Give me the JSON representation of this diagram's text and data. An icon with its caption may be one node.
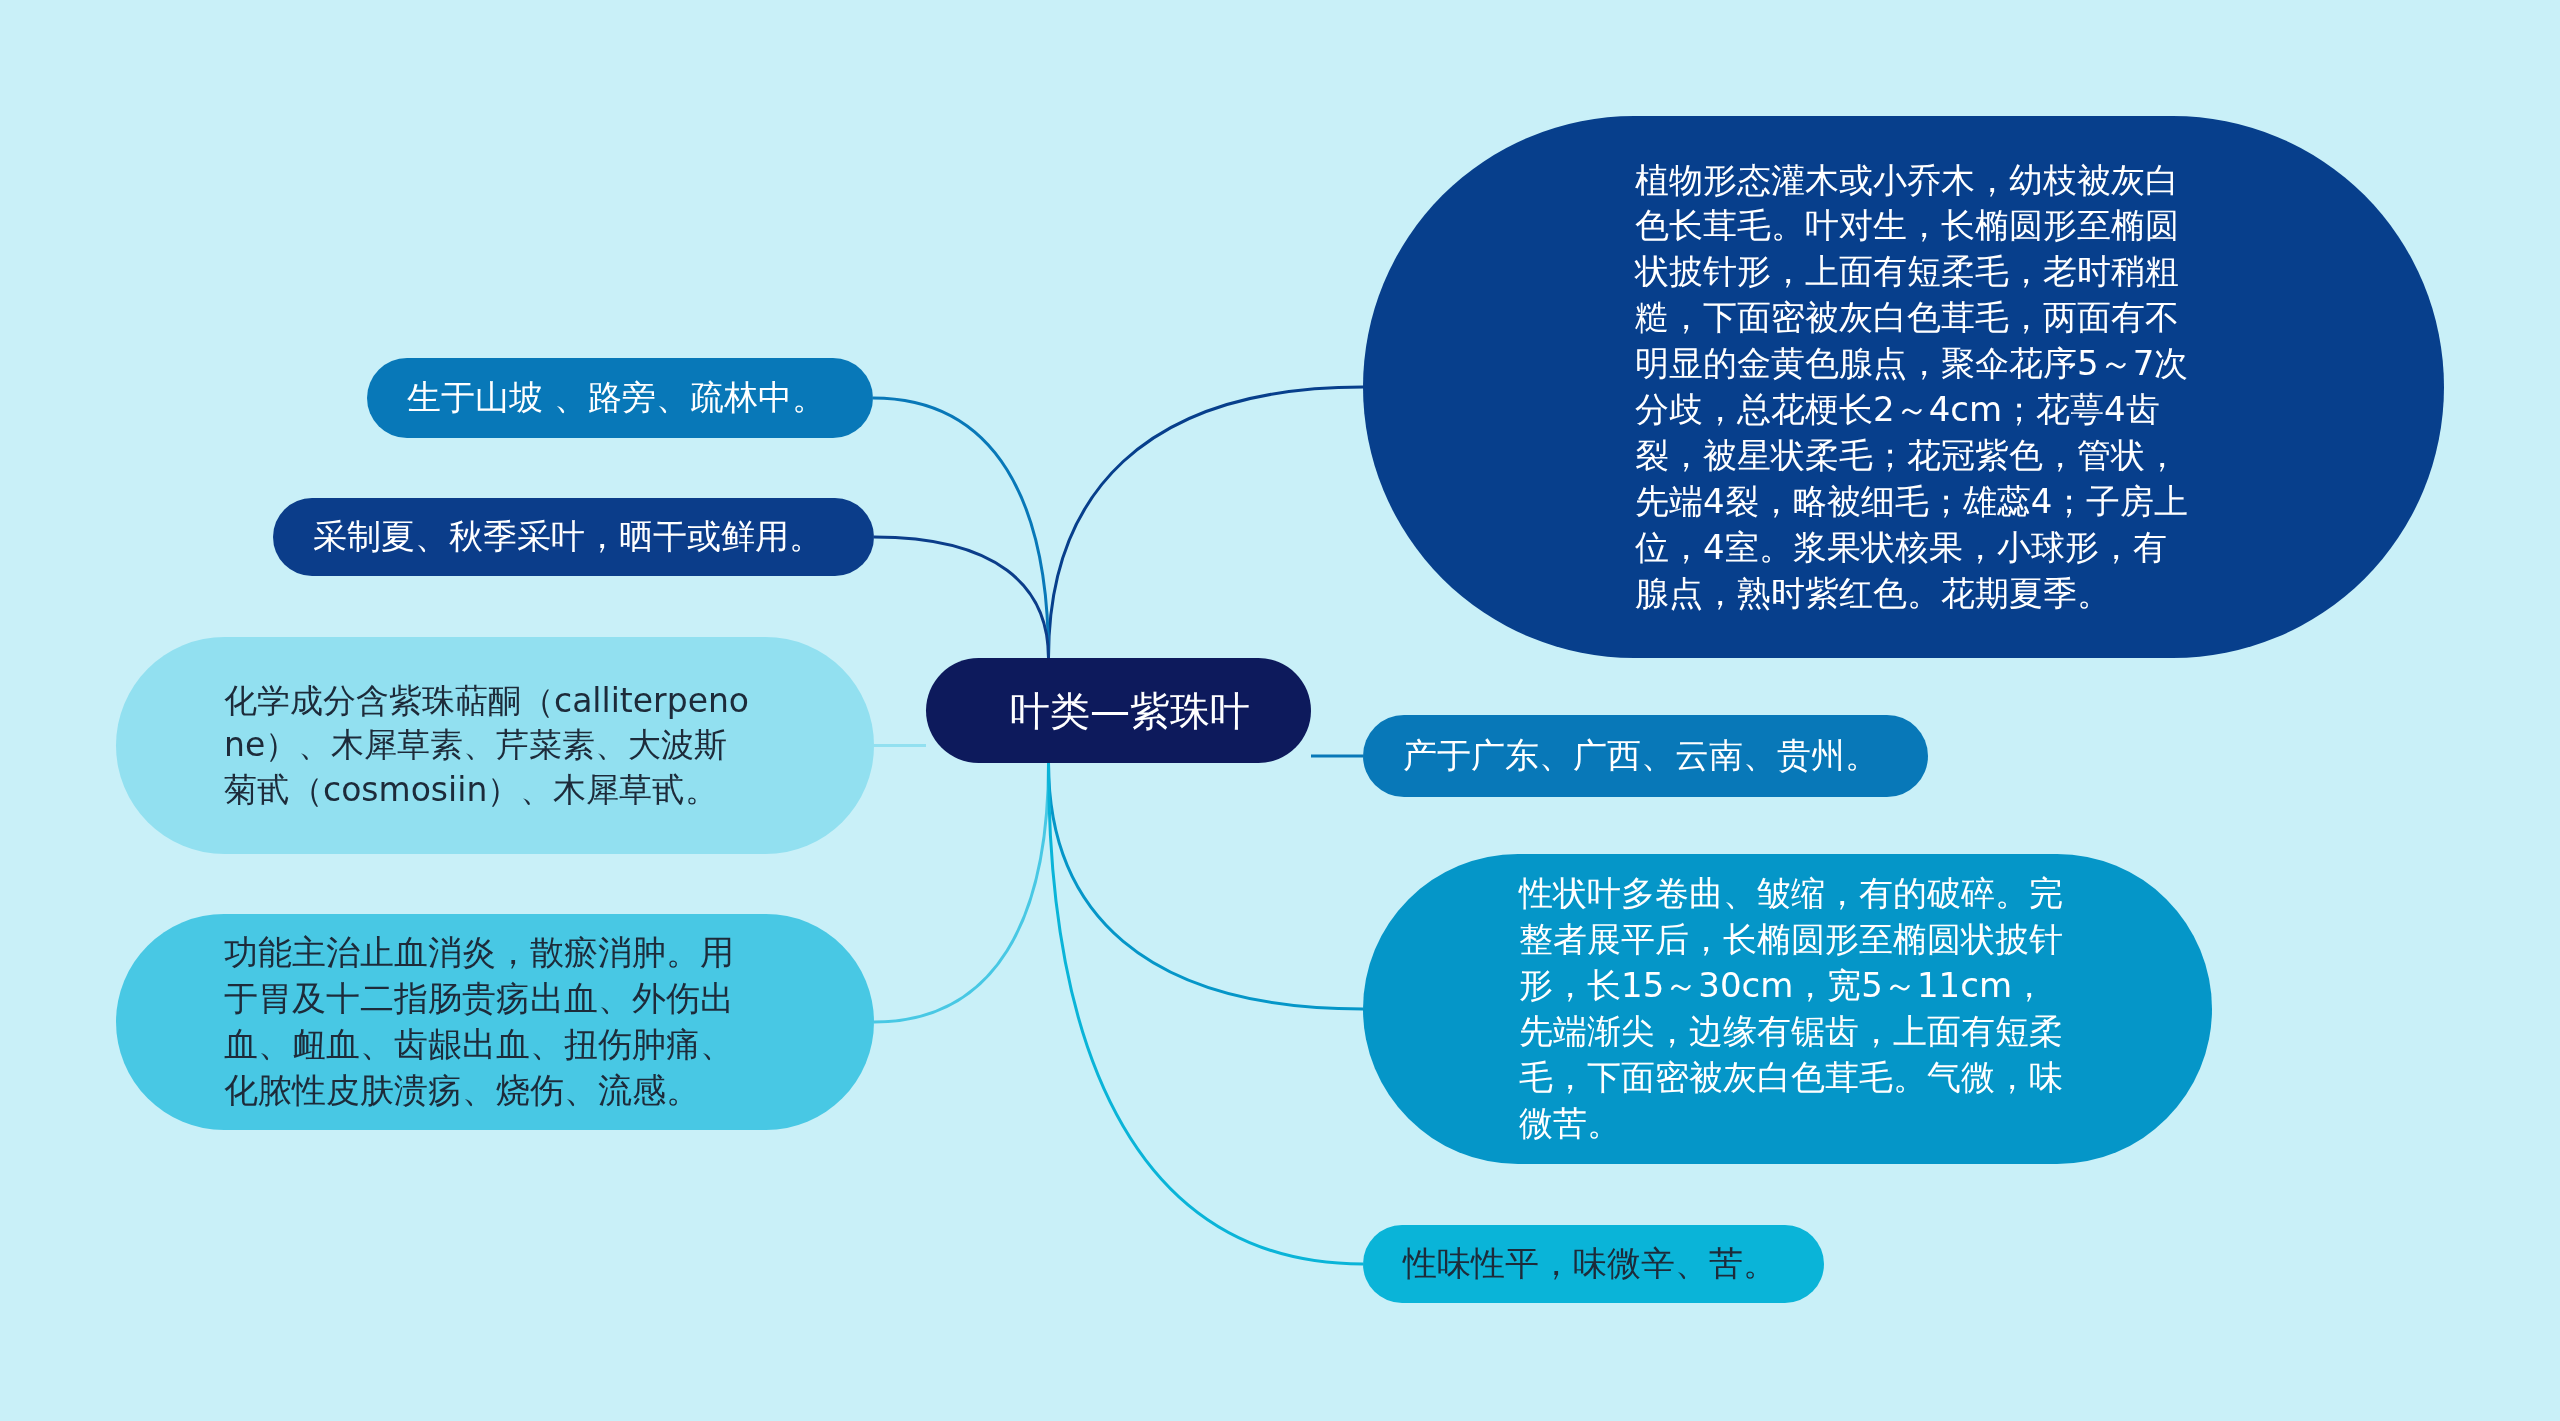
{
  "diagram": {
    "nodes": [
      {
        "text": [
          "叶类—紫珠叶"
        ]
      },
      {
        "text": [
          "植物形态灌木或小乔木，幼枝被灰白色长茸毛。叶对生，长椭圆形至椭圆状披针形，上面有短柔毛，老时稍粗糙，下面密被灰白色茸毛，两面有不明显的金黄色腺点，聚伞花序5～7次分歧，总花梗长2～4cm；花萼4齿裂，被星状柔毛；花冠紫色，管状，先端4裂，略被细毛；雄蕊4；子房上位，4室。浆果状核果，小球形，有腺点，熟时紫红色。花期夏季。"
        ]
      },
      {
        "text": [
          "生于山坡 、路旁、疏林中。"
        ]
      },
      {
        "text": [
          "采制夏、秋季采叶，晒干或鲜用。"
        ]
      },
      {
        "text": [
          "化学成分含紫珠萜酮（calliterpenone）、木犀草素、芹菜素、大波斯菊甙（cosmosiin）、木犀草甙。"
        ]
      },
      {
        "text": [
          "产于广东、广西、云南、贵州。"
        ]
      },
      {
        "text": [
          "功能主治止血消炎，散瘀消肿。用于胃及十二指肠贵疡出血、外伤出血、衄血、齿龈出血、扭伤肿痛、化脓性皮肤溃疡、烧伤、流感。"
        ]
      },
      {
        "text": [
          "性状叶多卷曲、皱缩，有的破碎。完整者展平后，长椭圆形至椭圆状披针形，长15～30cm，宽5～11cm，先端渐尖，边缘有锯齿，上面有短柔毛，下面密被灰白色茸毛。气微，味微苦。"
        ]
      },
      {
        "text": [
          "性味性平，味微辛、苦。"
        ]
      }
    ],
    "edges": [
      {
        "from": 0,
        "to": 1,
        "arrow": "none",
        "color": "#073f8c"
      },
      {
        "from": 0,
        "to": 2,
        "arrow": "none",
        "color": "#0878b8"
      },
      {
        "from": 0,
        "to": 3,
        "arrow": "none",
        "color": "#0b3d8a"
      },
      {
        "from": 0,
        "to": 4,
        "arrow": "none",
        "color": "#92e0f0"
      },
      {
        "from": 0,
        "to": 5,
        "arrow": "none",
        "color": "#0878b8"
      },
      {
        "from": 0,
        "to": 6,
        "arrow": "none",
        "color": "#48c8e4"
      },
      {
        "from": 0,
        "to": 7,
        "arrow": "none",
        "color": "#0596c8"
      },
      {
        "from": 0,
        "to": 8,
        "arrow": "none",
        "color": "#0ab4d8"
      }
    ]
  }
}
